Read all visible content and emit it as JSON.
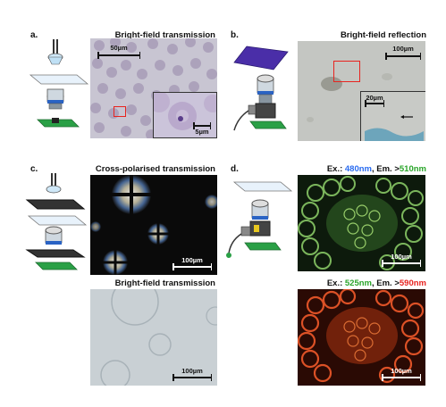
{
  "panels": {
    "a": {
      "letter": "a.",
      "title": "Bright-field transmission",
      "scale_main": "50µm",
      "scale_inset": "5µm"
    },
    "b": {
      "letter": "b.",
      "title": "Bright-field reflection",
      "scale_main": "100µm",
      "scale_inset": "20µm"
    },
    "c": {
      "letter": "c.",
      "title_top": "Cross-polarised transmission",
      "scale_top": "100µm",
      "title_bottom": "Bright-field transmission",
      "scale_bottom": "100µm"
    },
    "d": {
      "letter": "d.",
      "top": {
        "ex_label": "Ex.: ",
        "ex_value": "480nm",
        "sep": ", Em. >",
        "em_value": "510nm"
      },
      "scale_top": "100µm",
      "bottom": {
        "ex_label": "Ex.: ",
        "ex_value": "525nm",
        "sep": ", Em. >",
        "em_value": "590nm"
      },
      "scale_bottom": "100µm"
    }
  },
  "colors": {
    "ex_blue": "#2a6cf0",
    "em_green": "#2aa52a",
    "em_red": "#e8231f",
    "highlight_box": "#e8231f"
  }
}
